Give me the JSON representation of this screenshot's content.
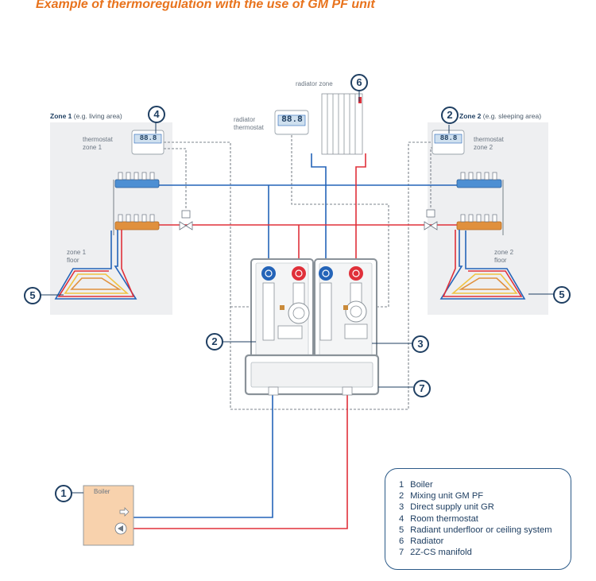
{
  "title": "Example of thermoregulation with the use of GM PF unit",
  "zone1": {
    "label": "Zone 1",
    "hint": "(e.g. living area)",
    "thermostat_label_1": "thermostat",
    "thermostat_label_2": "zone 1",
    "floor_label_1": "zone 1",
    "floor_label_2": "floor"
  },
  "zone2": {
    "label": "Zone 2",
    "hint": "(e.g. sleeping area)",
    "thermostat_label_1": "thermostat",
    "thermostat_label_2": "zone 2",
    "floor_label_1": "zone 2",
    "floor_label_2": "floor"
  },
  "radiator_zone_label": "radiator zone",
  "radiator_thermostat_label_1": "radiator",
  "radiator_thermostat_label_2": "thermostat",
  "thermostat_display": "88.8",
  "boiler_label": "Boiler",
  "callouts": [
    "1",
    "2",
    "2",
    "3",
    "4",
    "5",
    "5",
    "6",
    "7"
  ],
  "legend": [
    {
      "num": "1",
      "text": "Boiler"
    },
    {
      "num": "2",
      "text": "Mixing unit GM PF"
    },
    {
      "num": "3",
      "text": "Direct supply unit GR"
    },
    {
      "num": "4",
      "text": "Room thermostat"
    },
    {
      "num": "5",
      "text": "Radiant underfloor or ceiling system"
    },
    {
      "num": "6",
      "text": "Radiator"
    },
    {
      "num": "7",
      "text": "2Z-CS manifold"
    }
  ],
  "colors": {
    "supply": "#e0303a",
    "return": "#2464b8",
    "navy": "#1f3f62",
    "zone_bg": "#eeeff1",
    "boiler_bg": "#f8d2ad",
    "title": "#e8731d",
    "floor_yellow": "#f1c342"
  }
}
